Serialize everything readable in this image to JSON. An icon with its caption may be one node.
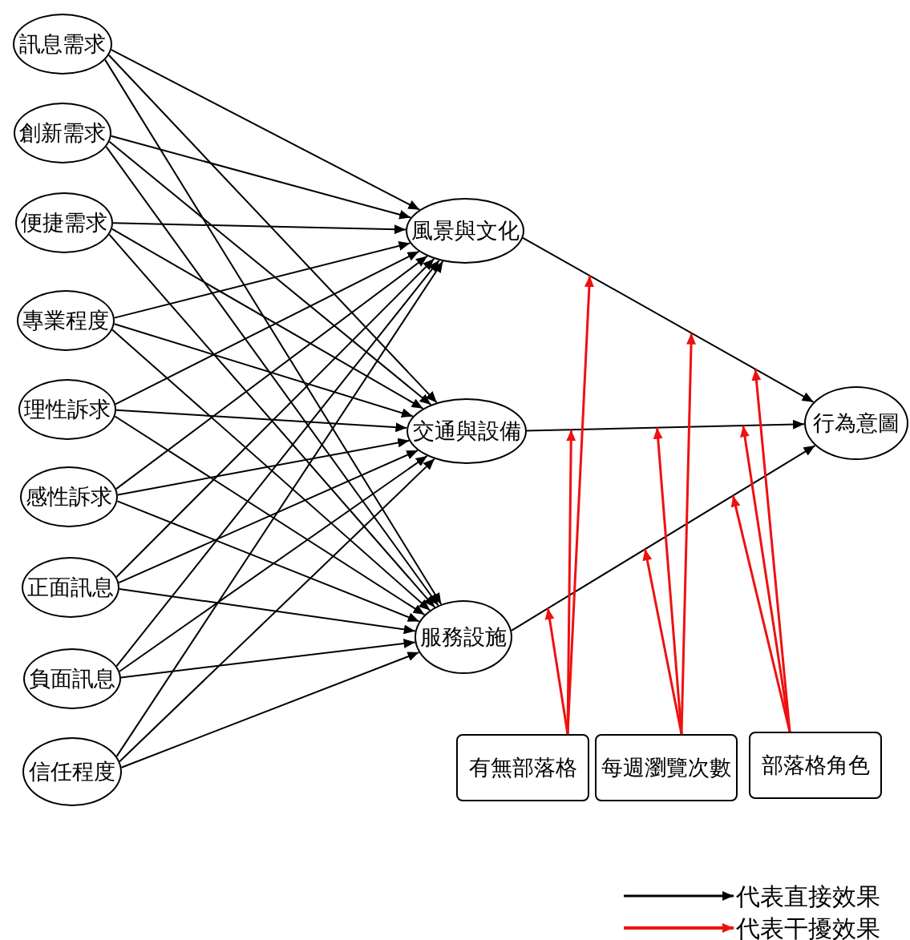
{
  "diagram": {
    "nodes": [
      {
        "text": [
          "訊息需求"
        ]
      },
      {
        "text": [
          "創新需求"
        ]
      },
      {
        "text": [
          "便捷需求"
        ]
      },
      {
        "text": [
          "專業程度"
        ]
      },
      {
        "text": [
          "理性訴求"
        ]
      },
      {
        "text": [
          "感性訴求"
        ]
      },
      {
        "text": [
          "正面訊息"
        ]
      },
      {
        "text": [
          "負面訊息"
        ]
      },
      {
        "text": [
          "信任程度"
        ]
      },
      {
        "text": [
          "風景與文化"
        ]
      },
      {
        "text": [
          "交通與設備"
        ]
      },
      {
        "text": [
          "服務設施"
        ]
      },
      {
        "text": [
          "行為意圖"
        ]
      },
      {
        "text": [
          "有無部落格"
        ]
      },
      {
        "text": [
          "每週瀏覽次數"
        ]
      },
      {
        "text": [
          "部落格角色"
        ]
      }
    ],
    "edges": [
      {
        "from": 0,
        "to": 9,
        "arrow": "to"
      },
      {
        "from": 0,
        "to": 10,
        "arrow": "to"
      },
      {
        "from": 0,
        "to": 11,
        "arrow": "to"
      },
      {
        "from": 1,
        "to": 9,
        "arrow": "to"
      },
      {
        "from": 1,
        "to": 10,
        "arrow": "to"
      },
      {
        "from": 1,
        "to": 11,
        "arrow": "to"
      },
      {
        "from": 2,
        "to": 9,
        "arrow": "to"
      },
      {
        "from": 2,
        "to": 10,
        "arrow": "to"
      },
      {
        "from": 2,
        "to": 11,
        "arrow": "to"
      },
      {
        "from": 3,
        "to": 9,
        "arrow": "to"
      },
      {
        "from": 3,
        "to": 10,
        "arrow": "to"
      },
      {
        "from": 3,
        "to": 11,
        "arrow": "to"
      },
      {
        "from": 4,
        "to": 9,
        "arrow": "to"
      },
      {
        "from": 4,
        "to": 10,
        "arrow": "to"
      },
      {
        "from": 4,
        "to": 11,
        "arrow": "to"
      },
      {
        "from": 5,
        "to": 9,
        "arrow": "to"
      },
      {
        "from": 5,
        "to": 10,
        "arrow": "to"
      },
      {
        "from": 5,
        "to": 11,
        "arrow": "to"
      },
      {
        "from": 6,
        "to": 9,
        "arrow": "to"
      },
      {
        "from": 6,
        "to": 10,
        "arrow": "to"
      },
      {
        "from": 6,
        "to": 11,
        "arrow": "to"
      },
      {
        "from": 7,
        "to": 9,
        "arrow": "to"
      },
      {
        "from": 7,
        "to": 10,
        "arrow": "to"
      },
      {
        "from": 7,
        "to": 11,
        "arrow": "to"
      },
      {
        "from": 8,
        "to": 9,
        "arrow": "to"
      },
      {
        "from": 8,
        "to": 10,
        "arrow": "to"
      },
      {
        "from": 8,
        "to": 11,
        "arrow": "to"
      },
      {
        "from": 9,
        "to": 12,
        "arrow": "to"
      },
      {
        "from": 10,
        "to": 12,
        "arrow": "to"
      },
      {
        "from": 11,
        "to": 12,
        "arrow": "to"
      },
      {
        "from": 13,
        "to": null,
        "arrow": "to",
        "color": "#ee1111"
      },
      {
        "from": 13,
        "to": null,
        "arrow": "to",
        "color": "#ee1111"
      },
      {
        "from": 13,
        "to": null,
        "arrow": "to",
        "color": "#ee1111"
      },
      {
        "from": 14,
        "to": null,
        "arrow": "to",
        "color": "#ee1111"
      },
      {
        "from": 14,
        "to": null,
        "arrow": "to",
        "color": "#ee1111"
      },
      {
        "from": 14,
        "to": null,
        "arrow": "to",
        "color": "#ee1111"
      },
      {
        "from": 15,
        "to": null,
        "arrow": "to",
        "color": "#ee1111"
      },
      {
        "from": 15,
        "to": null,
        "arrow": "to",
        "color": "#ee1111"
      },
      {
        "from": 15,
        "to": null,
        "arrow": "to",
        "color": "#ee1111"
      }
    ],
    "legend": [
      {
        "text": "代表直接效果"
      },
      {
        "text": "代表干擾效果"
      }
    ]
  }
}
